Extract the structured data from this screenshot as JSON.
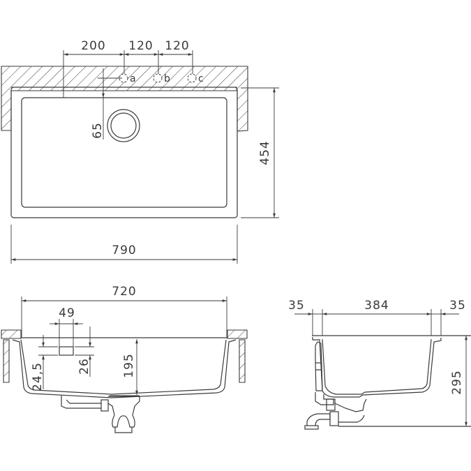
{
  "drawing": {
    "top_view": {
      "dimensions": {
        "tap_offset_left": "200",
        "tap_spacing_ab": "120",
        "tap_spacing_bc": "120",
        "drain_offset": "65",
        "depth": "454",
        "width": "790"
      },
      "tap_hole_labels": [
        "a",
        "b",
        "c"
      ]
    },
    "front_section": {
      "dimensions": {
        "bowl_width": "720",
        "overflow_width": "49",
        "overflow_height": "26",
        "overflow_offset": "24,5",
        "bowl_depth": "195"
      }
    },
    "side_section": {
      "dimensions": {
        "rim_left": "35",
        "bowl_length": "384",
        "rim_right": "35",
        "total_height": "295"
      }
    },
    "colors": {
      "line": "#3a3a3a",
      "background": "#ffffff"
    }
  }
}
